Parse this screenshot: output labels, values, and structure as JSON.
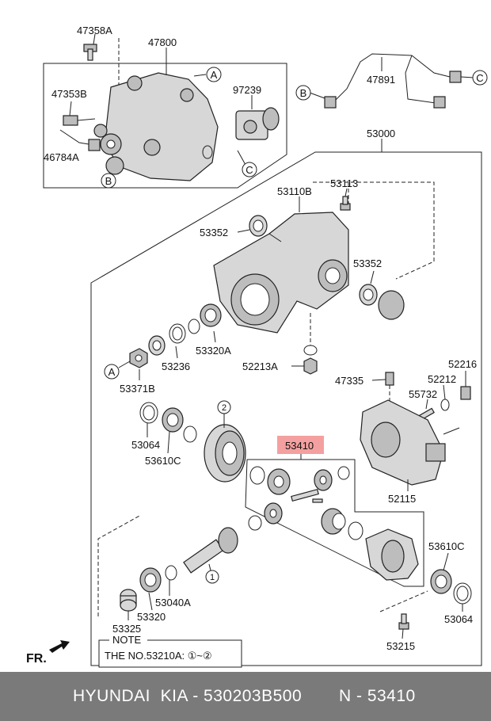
{
  "labels": {
    "l47358A": "47358A",
    "l47800": "47800",
    "l47353B": "47353B",
    "l97239": "97239",
    "l46784A": "46784A",
    "l47891": "47891",
    "l53000": "53000",
    "l53110B": "53110B",
    "l53113": "53113",
    "l53352a": "53352",
    "l53352b": "53352",
    "l53320A": "53320A",
    "l53236": "53236",
    "l53371B": "53371B",
    "l52213A": "52213A",
    "l47335": "47335",
    "l52216": "52216",
    "l52212": "52212",
    "l55732": "55732",
    "l53064a": "53064",
    "l53610Ca": "53610C",
    "l53410": "53410",
    "l52115": "52115",
    "l53610Cb": "53610C",
    "l53064b": "53064",
    "l53040A": "53040A",
    "l53320": "53320",
    "l53325": "53325",
    "l53215": "53215",
    "num1": "1",
    "num2": "2"
  },
  "circled": {
    "a1": "A",
    "a2": "A",
    "b1": "B",
    "b2": "B",
    "c1": "C",
    "c2": "C"
  },
  "note": {
    "title": "NOTE",
    "text": "THE NO.53210A: ①~②"
  },
  "fr_label": "FR.",
  "highlight_color": "#f4a0a0",
  "footer": {
    "brand": "HYUNDAI  KIA - 530203B500",
    "number": "N - 53410"
  }
}
